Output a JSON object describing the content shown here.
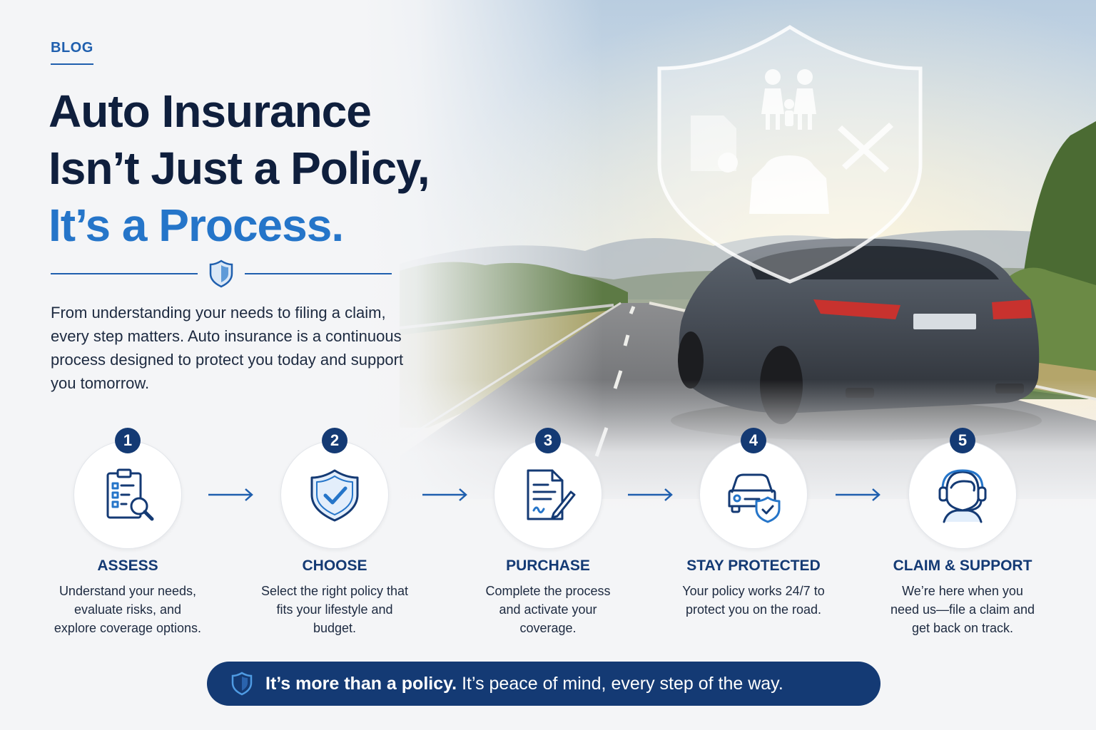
{
  "blog_tag": "BLOG",
  "headline": {
    "line1": "Auto Insurance",
    "line2": "Isn’t Just a Policy,",
    "line3": "It’s a Process."
  },
  "intro": "From understanding your needs to filing a claim, every step matters. Auto insurance is a continuous process designed to protect you today and support you tomorrow.",
  "steps": [
    {
      "number": "1",
      "title": "ASSESS",
      "description": "Understand your needs, evaluate risks, and explore coverage options.",
      "icon": "clipboard-search-icon"
    },
    {
      "number": "2",
      "title": "CHOOSE",
      "description": "Select the right policy that fits your lifestyle and budget.",
      "icon": "shield-check-icon"
    },
    {
      "number": "3",
      "title": "PURCHASE",
      "description": "Complete the process and activate your coverage.",
      "icon": "document-sign-icon"
    },
    {
      "number": "4",
      "title": "STAY PROTECTED",
      "description": "Your policy works 24/7 to protect you on the road.",
      "icon": "car-shield-icon"
    },
    {
      "number": "5",
      "title": "CLAIM & SUPPORT",
      "description": "We’re here when you need us—file a claim and get back on track.",
      "icon": "support-agent-icon"
    }
  ],
  "banner": {
    "bold": "It’s more than a policy.",
    "rest": " It’s peace of mind, every step of the way."
  },
  "colors": {
    "navy": "#143a74",
    "accent_blue": "#2575c9",
    "heading_dark": "#0f1f3d",
    "background": "#f4f5f7"
  }
}
